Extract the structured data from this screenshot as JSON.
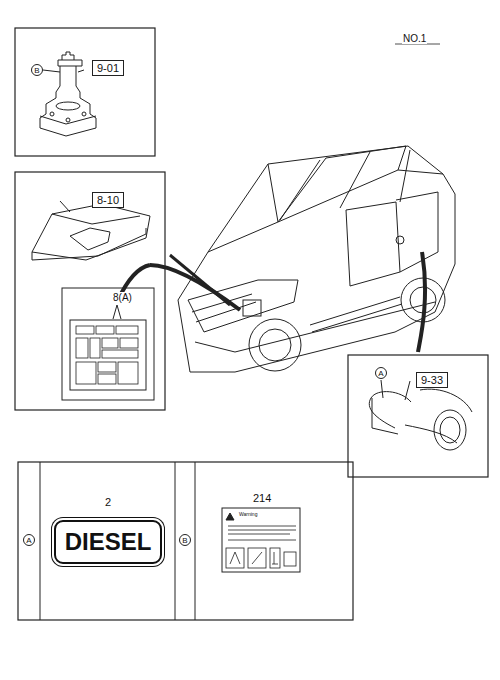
{
  "diagram": {
    "nodes": [
      {
        "text": [
          "B"
        ]
      },
      {
        "text": [
          "9-01"
        ]
      },
      {
        "text": [
          "8-10"
        ]
      },
      {
        "text": [
          "A"
        ]
      },
      {
        "text": [
          "9-33"
        ]
      },
      {
        "text": [
          "A"
        ]
      },
      {
        "text": [
          "DIESEL"
        ]
      },
      {
        "text": [
          "B"
        ]
      }
    ],
    "labels": [
      "NO.1",
      "8(A)",
      "2",
      "214",
      "Warning"
    ]
  }
}
